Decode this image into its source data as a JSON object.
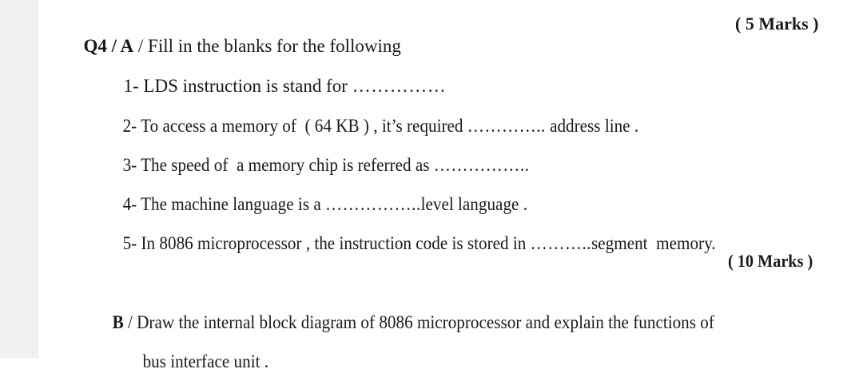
{
  "question_a": {
    "label_q": "Q4",
    "sep1": " / ",
    "label_part": "A",
    "sep2": " / ",
    "title": "Fill in the blanks for the following",
    "marks": "( 5 Marks )",
    "items": [
      {
        "number": "1- ",
        "before": "LDS instruction is stand for ",
        "blank": "……………",
        "after": ""
      },
      {
        "number": "2- ",
        "before": "To access a memory of  ( 64 KB ) , it’s required ",
        "blank": "…………..",
        "after": " address line ."
      },
      {
        "number": "3- ",
        "before": "The speed of  a memory chip is referred as ",
        "blank": "……………..",
        "after": ""
      },
      {
        "number": "4- ",
        "before": "The machine language is a ",
        "blank": "……………..",
        "after": "level language ."
      },
      {
        "number": "5- ",
        "before": "In 8086 microprocessor , the instruction code is stored in ",
        "blank": "………..",
        "after": "segment  memory."
      }
    ]
  },
  "question_b": {
    "marks": "( 10 Marks )",
    "label_part": "B",
    "sep": " / ",
    "text_line1": "Draw the internal block diagram of 8086 microprocessor and explain the functions of",
    "text_line2": "bus interface unit ."
  }
}
